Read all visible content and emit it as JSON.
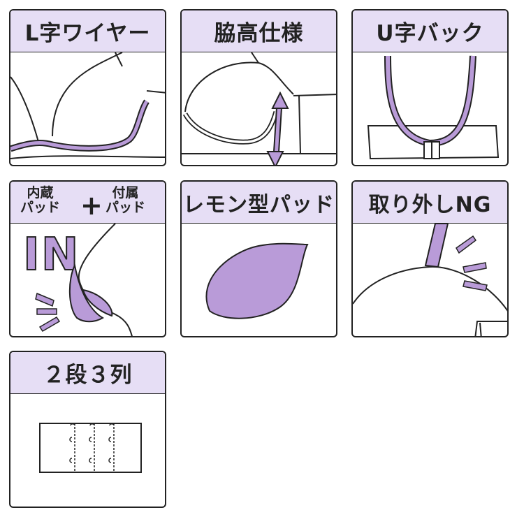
{
  "tiles": [
    {
      "id": "l-wire",
      "title": "L字ワイヤー"
    },
    {
      "id": "side-high",
      "title": "脇高仕様"
    },
    {
      "id": "u-back",
      "title": "U字バック"
    },
    {
      "id": "pads",
      "left_label": "内蔵\nパッド",
      "plus": "+",
      "right_label": "付属\nパッド",
      "in_text": "IN"
    },
    {
      "id": "lemon-pad",
      "title": "レモン型パッド"
    },
    {
      "id": "removal",
      "title": "取り外しNG"
    },
    {
      "id": "hooks",
      "title": "２段３列"
    }
  ],
  "colors": {
    "accent": "#b99bd8",
    "header_bg": "#e6def5",
    "outline": "#222222"
  }
}
